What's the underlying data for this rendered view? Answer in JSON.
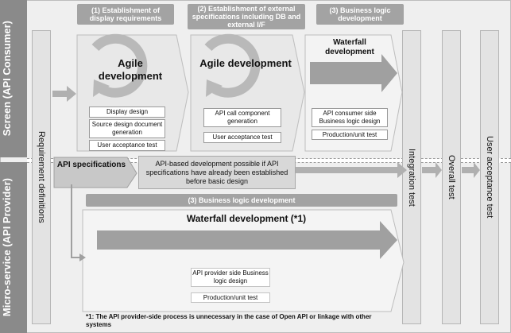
{
  "sections": {
    "screen_label": "Screen (API Consumer)",
    "micro_label": "Micro-service (API Provider)"
  },
  "columns": {
    "requirement_definitions": "Requirement definitions",
    "integration_test": "Integration test",
    "overall_test": "Overall test",
    "user_acceptance_test": "User acceptance test"
  },
  "phases": {
    "p1": "(1) Establishment of display requirements",
    "p2": "(2) Establishment of external specifications including DB and external I/F",
    "p3": "(3) Business logic development"
  },
  "blocks": {
    "agile1": {
      "title": "Agile development",
      "items": [
        "Display design",
        "Source design document generation",
        "User acceptance test"
      ]
    },
    "agile2": {
      "title": "Agile development",
      "items": [
        "API call component generation",
        "User acceptance test"
      ]
    },
    "waterfall_top": {
      "title": "Waterfall development",
      "items": [
        "API consumer side Business logic design",
        "Production/unit test"
      ]
    },
    "waterfall_bottom": {
      "title": "Waterfall development (*1)",
      "items": [
        "API provider side Business logic design",
        "Production/unit test"
      ]
    }
  },
  "api_specs": "API specifications",
  "api_note": "API-based development possible if API specifications have already been established before basic design",
  "bottom_phase": "(3) Business logic development",
  "footnote": "*1: The API provider-side process is unnecessary in the case of Open API or linkage with other systems",
  "colors": {
    "dark_band": "#8a8a8a",
    "header_gray": "#a3a3a3",
    "panel": "#e8e8e8",
    "arrow": "#a0a0a0"
  }
}
